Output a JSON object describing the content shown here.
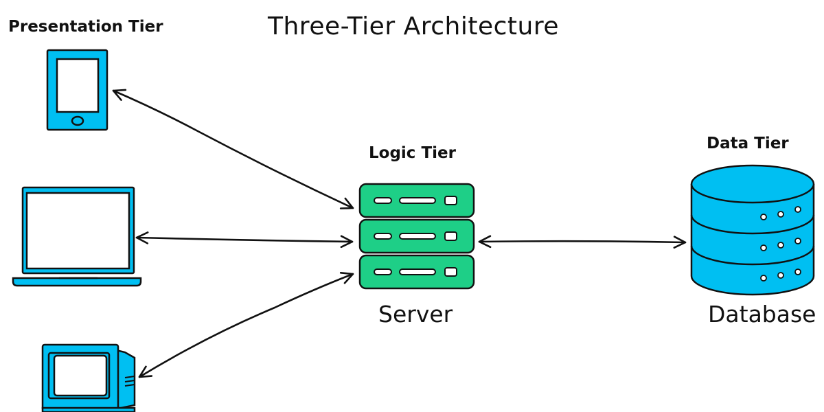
{
  "title": "Three-Tier Architecture",
  "tiers": {
    "presentation": {
      "label": "Presentation Tier"
    },
    "logic": {
      "label": "Logic Tier",
      "caption": "Server"
    },
    "data": {
      "label": "Data Tier",
      "caption": "Database"
    }
  },
  "colors": {
    "device": "#00BFF2",
    "server": "#1ECF87",
    "outline": "#111111",
    "arrow": "#111111"
  },
  "icons": [
    "tablet-icon",
    "laptop-icon",
    "desktop-computer-icon",
    "server-icon",
    "database-icon"
  ]
}
